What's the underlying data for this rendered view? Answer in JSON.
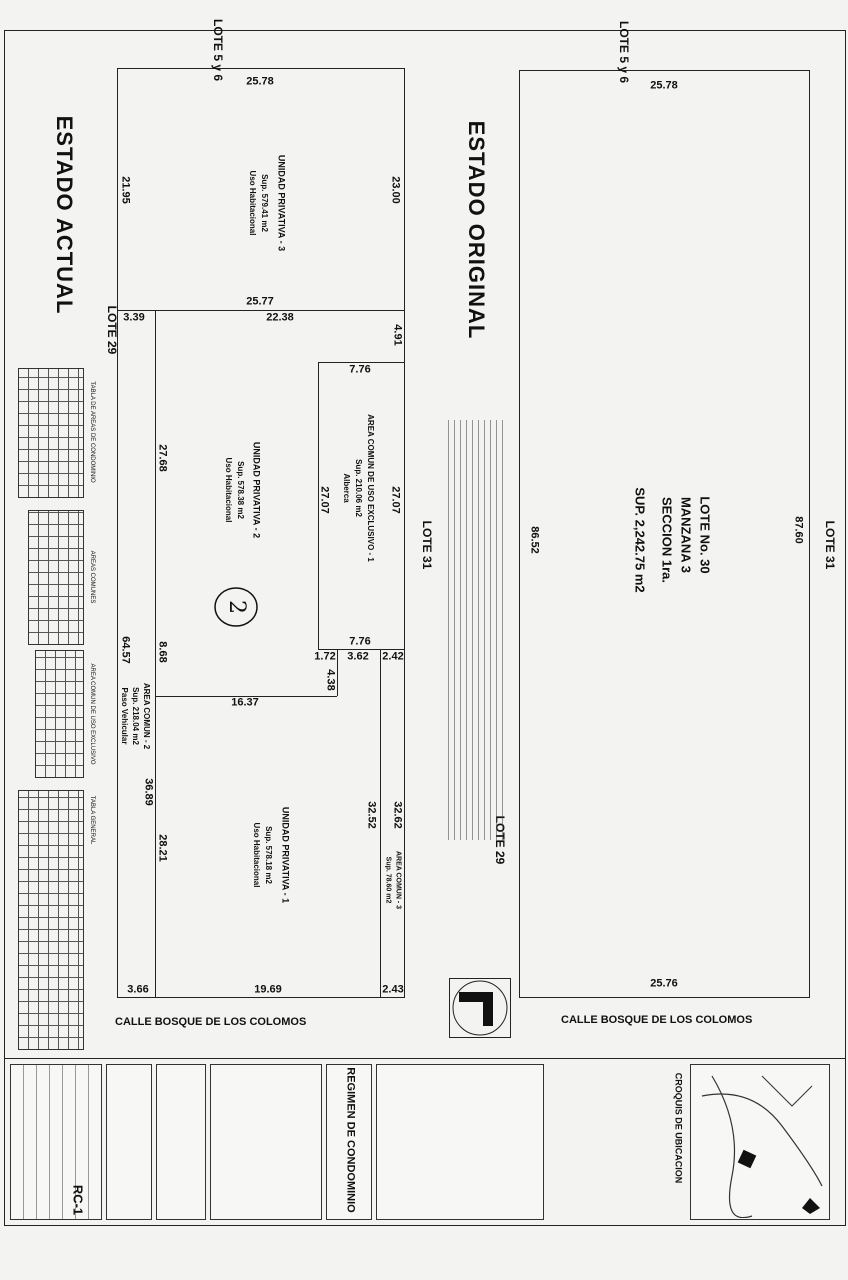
{
  "titles": {
    "actual": "ESTADO ACTUAL",
    "original": "ESTADO ORIGINAL"
  },
  "lots": {
    "lote_5y6": "LOTE 5 y 6",
    "lote_29": "LOTE 29",
    "lote_31": "LOTE 31"
  },
  "street": "CALLE BOSQUE DE LOS COLOMOS",
  "original_lot": {
    "line1": "LOTE No. 30",
    "line2": "MANZANA 3",
    "line3": "SECCION 1ra.",
    "line4": "SUP. 2,242.75 m2",
    "dims": {
      "top": "25.78",
      "bottom": "25.76",
      "right": "87.60",
      "left": "86.52"
    }
  },
  "units": {
    "up3": {
      "name": "UNIDAD PRIVATIVA - 3",
      "area": "Sup. 579.41 m2",
      "use": "Uso Habitacional"
    },
    "up2": {
      "name": "UNIDAD PRIVATIVA - 2",
      "area": "Sup. 578.38 m2",
      "use": "Uso Habitacional"
    },
    "up1": {
      "name": "UNIDAD PRIVATIVA - 1",
      "area": "Sup. 578.18 m2",
      "use": "Uso Habitacional"
    },
    "ac1": {
      "name": "AREA COMUN DE USO EXCLUSIVO - 1",
      "area": "Sup. 210.06 m2",
      "use": "Alberca"
    },
    "ac2": {
      "name": "AREA COMUN - 2",
      "area": "Sup. 218.04 m2",
      "use": "Paso Vehicular"
    },
    "ac3": {
      "name": "AREA COMUN - 3",
      "area": "Sup. 78.60 m2"
    }
  },
  "actual_dims": {
    "d1": "25.78",
    "d2": "21.95",
    "d3": "23.00",
    "d4": "25.77",
    "d5": "3.39",
    "d6": "22.38",
    "d7": "4.91",
    "d8": "7.76",
    "d9": "27.07",
    "d10": "27.07",
    "d11": "27.68",
    "d12": "7.76",
    "d13": "8.68",
    "d14": "1.72",
    "d15": "3.62",
    "d16": "2.42",
    "d17": "4.38",
    "d18": "64.57",
    "d19": "16.37",
    "d20": "36.89",
    "d21": "28.21",
    "d22": "32.52",
    "d23": "32.62",
    "d24": "3.66",
    "d25": "19.69",
    "d26": "2.43"
  },
  "handwritten": "2",
  "tables": {
    "t1": "TABLA DE AREAS DE CONDOMINIO",
    "t2": "AREAS COMUNES",
    "t3": "AREA COMUN DE USO EXCLUSIVO",
    "t4": "TABLA GENERAL"
  },
  "title_block": {
    "regimen": "REGIMEN DE CONDOMINIO",
    "croquis": "CROQUIS DE UBICACION",
    "sheet": "RC-1"
  },
  "colors": {
    "line": "#222222",
    "paper": "#f3f3f1"
  }
}
